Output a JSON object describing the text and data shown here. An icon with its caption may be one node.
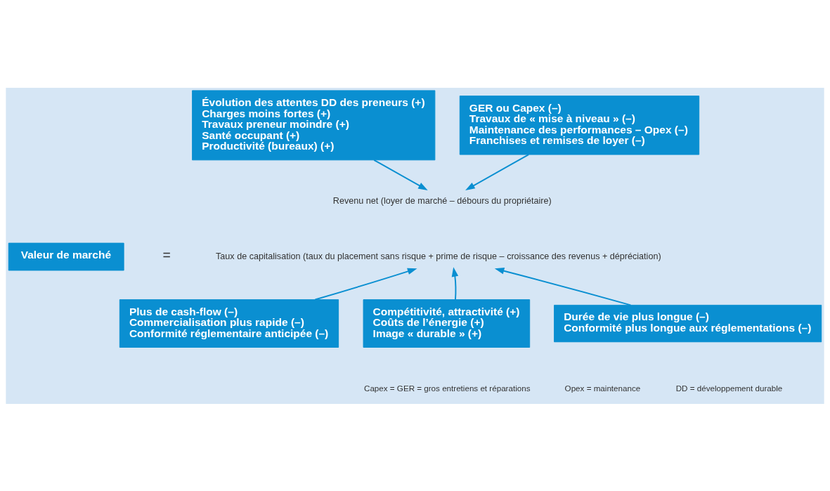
{
  "diagram": {
    "nodes": [
      {
        "text": [
          "Évolution des attentes DD des preneurs (+)",
          "Charges moins fortes (+)",
          "Travaux preneur moindre (+)",
          "Santé occupant (+)",
          "Productivité (bureaux) (+)"
        ]
      },
      {
        "text": [
          "GER ou Capex (–)",
          "Travaux de « mise à niveau » (–)",
          "Maintenance des performances – Opex (–)",
          "Franchises et remises de loyer (–)"
        ]
      },
      {
        "text": [
          "Valeur de marché"
        ]
      },
      {
        "text": [
          "Revenu net (loyer de marché – débours du propriétaire)"
        ]
      },
      {
        "text": [
          "Taux de capitalisation (taux du placement sans risque + prime de risque – croissance des revenus + dépréciation)"
        ]
      },
      {
        "text": [
          "Plus de cash-flow (–)",
          "Commercialisation plus rapide (–)",
          "Conformité réglementaire anticipée (–)"
        ]
      },
      {
        "text": [
          "Compétitivité, attractivité (+)",
          "Coûts de l’énergie (+)",
          "Image « durable » (+)"
        ]
      },
      {
        "text": [
          "Durée de vie plus longue (–)",
          "Conformité plus longue aux réglementations (–)"
        ]
      }
    ],
    "edges": [
      {
        "from": 0,
        "to": 3,
        "arrow": "to"
      },
      {
        "from": 1,
        "to": 3,
        "arrow": "to"
      },
      {
        "from": 5,
        "to": 4,
        "arrow": "to"
      },
      {
        "from": 6,
        "to": 4,
        "arrow": "to"
      },
      {
        "from": 7,
        "to": 4,
        "arrow": "to"
      }
    ],
    "labels": [
      "=",
      "Capex = GER = gros entretiens et réparations",
      "Opex = maintenance",
      "DD = développement durable"
    ]
  }
}
